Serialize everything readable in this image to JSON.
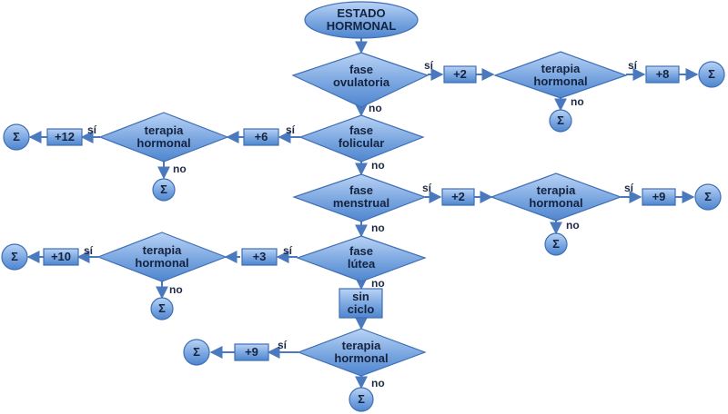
{
  "start": {
    "line1": "ESTADO",
    "line2": "HORMONAL"
  },
  "decisions": {
    "fase_ovulatoria": {
      "line1": "fase",
      "line2": "ovulatoria"
    },
    "fase_folicular": {
      "line1": "fase",
      "line2": "folicular"
    },
    "fase_menstrual": {
      "line1": "fase",
      "line2": "menstrual"
    },
    "fase_lutea": {
      "line1": "fase",
      "line2": "lútea"
    },
    "terapia_ovulatoria": {
      "line1": "terapia",
      "line2": "hormonal"
    },
    "terapia_folicular": {
      "line1": "terapia",
      "line2": "hormonal"
    },
    "terapia_menstrual": {
      "line1": "terapia",
      "line2": "hormonal"
    },
    "terapia_lutea": {
      "line1": "terapia",
      "line2": "hormonal"
    },
    "terapia_sin_ciclo": {
      "line1": "terapia",
      "line2": "hormonal"
    }
  },
  "boxes": {
    "ovulatoria_score": "+2",
    "ovulatoria_terapia_score": "+8",
    "folicular_score": "+6",
    "folicular_terapia_score": "+12",
    "menstrual_score": "+2",
    "menstrual_terapia_score": "+9",
    "lutea_score": "+3",
    "lutea_terapia_score": "+10",
    "sin_ciclo": {
      "line1": "sin",
      "line2": "ciclo"
    },
    "sin_ciclo_terapia_score": "+9"
  },
  "sum_symbol": "Σ",
  "yes_label": "sí",
  "no_label": "no",
  "colors": {
    "fill_top": "#a9c8f2",
    "fill_bottom": "#4f86cf",
    "stroke": "#3f6fb5",
    "arrow": "#4a79be",
    "text": "#15233f"
  }
}
